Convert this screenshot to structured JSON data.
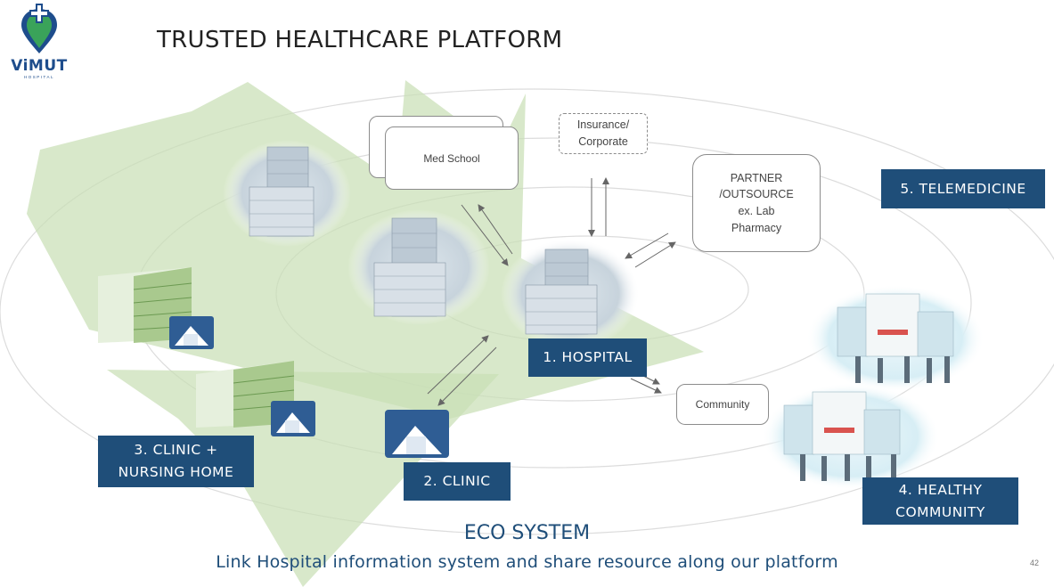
{
  "logo": {
    "name": "ViMUT",
    "subtitle": "HOSPITAL"
  },
  "title": "TRUSTED HEALTHCARE PLATFORM",
  "nodes": {
    "med_school": "Med School",
    "insurance": "Insurance/\nCorporate",
    "partner": "PARTNER\n/OUTSOURCE\nex. Lab\nPharmacy",
    "community": "Community"
  },
  "labels": {
    "hospital": "1. HOSPITAL",
    "clinic": "2. CLINIC",
    "clinic_nursing": "3. CLINIC +\nNURSING HOME",
    "healthy_community": "4. HEALTHY\nCOMMUNITY",
    "telemedicine": "5. TELEMEDICINE"
  },
  "footer": {
    "eco_title": "ECO SYSTEM",
    "eco_subtitle": "Link Hospital information system and share resource along our platform",
    "page_number": "42"
  },
  "colors": {
    "label_bg": "#1f4e79",
    "green_shape": "#c9dfb6",
    "brand": "#1e4d8c",
    "logo_green": "#3aa35a"
  }
}
